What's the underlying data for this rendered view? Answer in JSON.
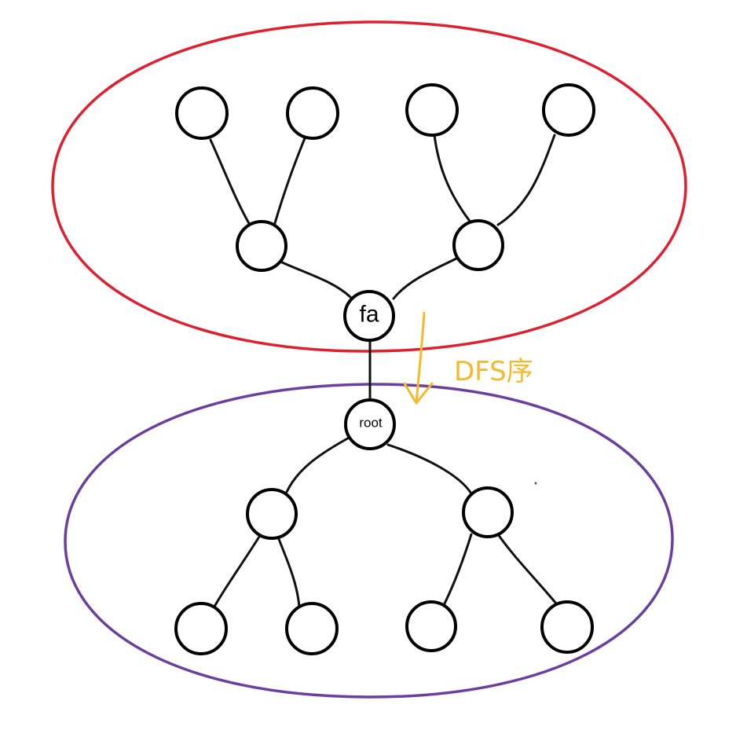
{
  "diagram": {
    "colors": {
      "upper_region": "#e0202e",
      "lower_region": "#6a3fa0",
      "fa_fill": "#b4f2f8",
      "root_fill": "#8ce68c",
      "annotation": "#f7b92a",
      "node_fill": "#ffffff",
      "edge": "#111111"
    },
    "fa_label": "fa",
    "root_label": "root",
    "annotation_text": "DFS序"
  }
}
